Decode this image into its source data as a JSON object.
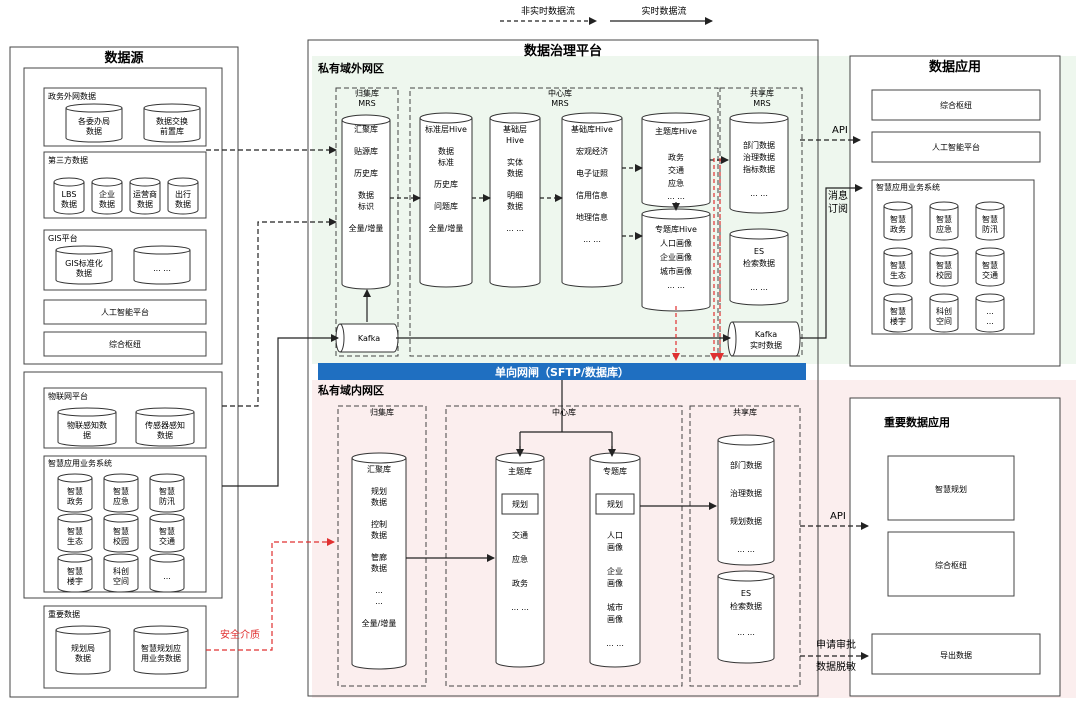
{
  "legend": {
    "non_realtime": "非实时数据流",
    "realtime": "实时数据流"
  },
  "datasource": {
    "title": "数据源",
    "gov_external": {
      "title": "政务外网数据",
      "items": [
        "各委办局\n数据",
        "数据交换\n前置库"
      ]
    },
    "third_party": {
      "title": "第三方数据",
      "items": [
        "LBS\n数据",
        "企业\n数据",
        "运营商\n数据",
        "出行\n数据"
      ]
    },
    "gis": {
      "title": "GIS平台",
      "items": [
        "GIS标准化\n数据",
        "... ..."
      ]
    },
    "ai_platform": "人工智能平台",
    "hub": "综合枢纽",
    "iot": {
      "title": "物联网平台",
      "items": [
        "物联感知数\n据",
        "传感器感知\n数据"
      ]
    },
    "smart_apps": {
      "title": "智慧应用业务系统",
      "items": [
        "智慧\n政务",
        "智慧\n应急",
        "智慧\n防汛",
        "智慧\n生态",
        "智慧\n校园",
        "智慧\n交通",
        "智慧\n楼宇",
        "科创\n空间",
        "..."
      ]
    },
    "important": {
      "title": "重要数据",
      "items": [
        "规划局\n数据",
        "智慧规划应\n用业务数据"
      ]
    }
  },
  "platform": {
    "title": "数据治理平台",
    "external_zone": {
      "title": "私有域外网区",
      "collect": {
        "title": "归集库\nMRS",
        "cyl": "汇聚库\n\n贴源库\n\n历史库\n\n数据\n标识\n\n全量/增量"
      },
      "kafka_left": "Kafka",
      "center": {
        "title": "中心库\nMRS",
        "standard": "标准层Hive\n\n数据\n标准\n\n历史库\n\n问题库\n\n全量/增量",
        "base": "基础层\nHive\n\n实体\n数据\n\n明细\n数据\n\n... ...",
        "foundation": "基础库Hive\n\n宏观经济\n\n电子证照\n\n信用信息\n\n地理信息\n\n... ...",
        "topic": "主题库Hive\n\n政务\n交通\n应急\n... ...",
        "special": "专题库Hive\n人口画像\n企业画像\n城市画像\n... ..."
      },
      "shared": {
        "title": "共享库\nMRS",
        "main": "部门数据\n治理数据\n指标数据\n\n... ...",
        "es": "ES\n检索数据\n\n... ...",
        "kafka": "Kafka\n实时数据"
      }
    },
    "gateway": "单向网闸（SFTP/数据库）",
    "internal_zone": {
      "title": "私有域内网区",
      "collect": {
        "title": "归集库",
        "cyl": "汇聚库\n\n规划\n数据\n\n控制\n数据\n\n管廊\n数据\n\n...\n...\n\n全量/增量"
      },
      "center": {
        "title": "中心库",
        "topic": {
          "name": "主题库",
          "tag": "规划",
          "body": "交通\n\n应急\n\n政务\n\n... ..."
        },
        "special": {
          "name": "专题库",
          "tag": "规划",
          "body": "人口\n画像\n\n企业\n画像\n\n城市\n画像\n\n... ..."
        }
      },
      "shared": {
        "title": "共享库",
        "main": "部门数据\n\n治理数据\n\n规划数据\n\n... ...",
        "es": "ES\n检索数据\n\n... ..."
      }
    }
  },
  "labels": {
    "api_top": "API",
    "sub": "消息\n订阅",
    "api_bottom": "API",
    "security_media": "安全介质",
    "approval": "申请审批",
    "desensitize": "数据脱敏"
  },
  "apps": {
    "title": "数据应用",
    "hub": "综合枢纽",
    "ai_platform": "人工智能平台",
    "smart_title": "智慧应用业务系统",
    "smart_items": [
      "智慧\n政务",
      "智慧\n应急",
      "智慧\n防汛",
      "智慧\n生态",
      "智慧\n校园",
      "智慧\n交通",
      "智慧\n楼宇",
      "科创\n空间",
      "...\n..."
    ],
    "important": {
      "title": "重要数据应用",
      "items": [
        "智慧规划",
        "综合枢纽"
      ],
      "export": "导出数据"
    }
  },
  "colors": {
    "green_zone": "#eef7ee",
    "pink_zone": "#fbeeee",
    "gateway": "#1f6fc1",
    "red_flow": "#e03030"
  }
}
